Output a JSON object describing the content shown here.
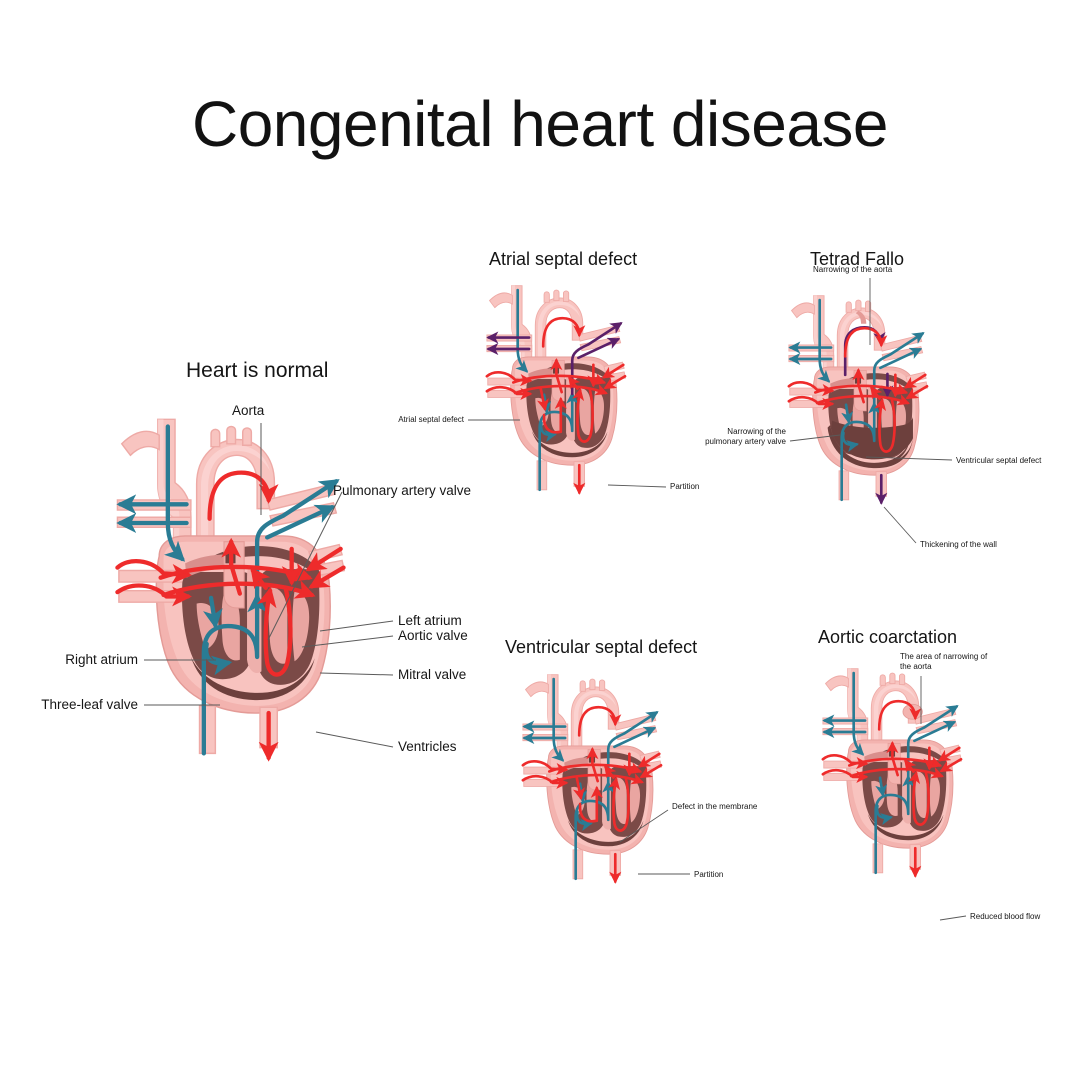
{
  "title": "Congenital heart disease",
  "colors": {
    "background": "#ffffff",
    "title_text": "#121212",
    "vessel_light": "#f8c4c0",
    "vessel_outline": "#eeaaa6",
    "muscle_mid": "#e9a5a1",
    "muscle_dark": "#d98f8c",
    "chamber_dark": "#7b4a47",
    "chamber_dark2": "#6d403d",
    "arrow_red": "#ee2b2b",
    "arrow_teal": "#2a7c94",
    "arrow_purple": "#5b2069",
    "leader_line": "#8a8a8a",
    "label_text": "#161616"
  },
  "panels": [
    {
      "id": "heart-normal",
      "title": "Heart is normal",
      "title_size": "main",
      "arrow_scheme": "normal",
      "labels": [
        {
          "name": "aorta",
          "text": "Aorta",
          "size": "big",
          "align": "center"
        },
        {
          "name": "pulmonary-artery-valve",
          "text": "Pulmonary artery valve",
          "size": "big",
          "align": "left"
        },
        {
          "name": "left-atrium",
          "text": "Left atrium",
          "size": "big",
          "align": "left"
        },
        {
          "name": "aortic-valve",
          "text": "Aortic valve",
          "size": "big",
          "align": "left"
        },
        {
          "name": "mitral-valve",
          "text": "Mitral valve",
          "size": "big",
          "align": "left"
        },
        {
          "name": "ventricles",
          "text": "Ventricles",
          "size": "big",
          "align": "left"
        },
        {
          "name": "right-atrium",
          "text": "Right atrium",
          "size": "big",
          "align": "right"
        },
        {
          "name": "three-leaf-valve",
          "text": "Three-leaf valve",
          "size": "big",
          "align": "right"
        }
      ]
    },
    {
      "id": "atrial-septal-defect",
      "title": "Atrial septal defect",
      "title_size": "sub",
      "arrow_scheme": "asd",
      "labels": [
        {
          "name": "atrial-septal-defect",
          "text": "Atrial septal defect",
          "size": "small",
          "align": "right"
        },
        {
          "name": "partition",
          "text": "Partition",
          "size": "small",
          "align": "left"
        }
      ]
    },
    {
      "id": "tetrad-fallo",
      "title": "Tetrad Fallo",
      "title_size": "sub",
      "arrow_scheme": "fallot",
      "labels": [
        {
          "name": "narrowing-of-the-aorta",
          "text": "Narrowing of the aorta",
          "size": "small",
          "align": "center"
        },
        {
          "name": "narrowing-of-the-pulmonary-artery-valve",
          "text": "Narrowing of the\npulmonary artery valve",
          "size": "small",
          "align": "right"
        },
        {
          "name": "ventricular-septal-defect",
          "text": "Ventricular septal defect",
          "size": "small",
          "align": "left"
        },
        {
          "name": "thickening-of-the-wall",
          "text": "Thickening of the wall",
          "size": "small",
          "align": "left"
        }
      ]
    },
    {
      "id": "ventricular-septal-defect",
      "title": "Ventricular septal defect",
      "title_size": "sub",
      "arrow_scheme": "vsd",
      "labels": [
        {
          "name": "defect-in-the-membrane",
          "text": "Defect in the membrane",
          "size": "small",
          "align": "left"
        },
        {
          "name": "partition",
          "text": "Partition",
          "size": "small",
          "align": "left"
        }
      ]
    },
    {
      "id": "aortic-coarctation",
      "title": "Aortic coarctation",
      "title_size": "sub",
      "arrow_scheme": "coarct",
      "labels": [
        {
          "name": "area-of-narrowing-of-the-aorta",
          "text": "The area of narrowing of\nthe aorta",
          "size": "small",
          "align": "left"
        },
        {
          "name": "reduced-blood-flow",
          "text": "Reduced blood flow",
          "size": "small",
          "align": "left"
        }
      ]
    }
  ]
}
